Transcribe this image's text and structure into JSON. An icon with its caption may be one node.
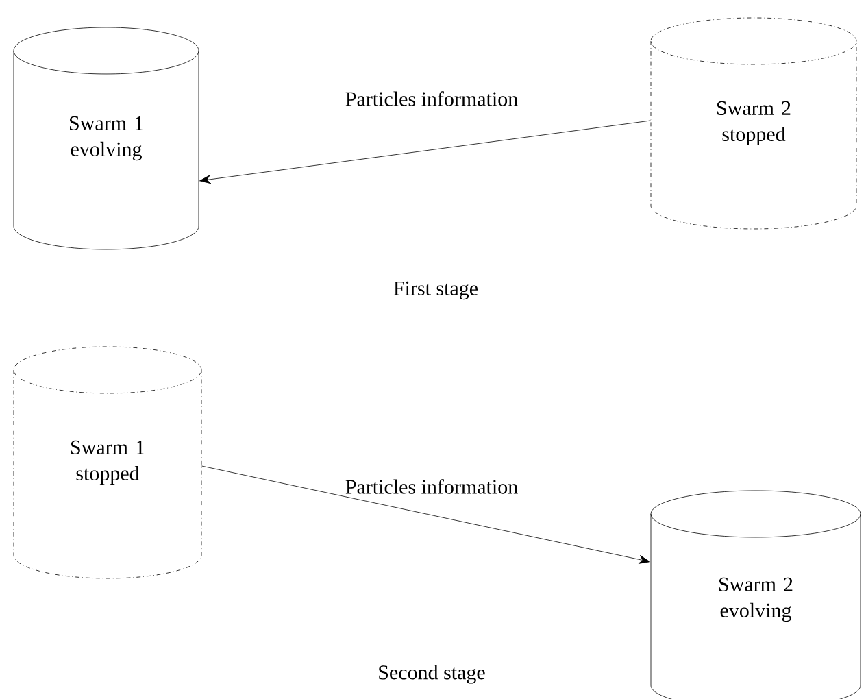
{
  "diagram": {
    "nodes": [
      {
        "text": [
          "Swarm 1 evolving"
        ]
      },
      {
        "text": [
          "Swarm 2 stopped"
        ]
      },
      {
        "text": [
          "Swarm 1 stopped"
        ]
      },
      {
        "text": [
          "Swarm 2 evolving"
        ]
      }
    ],
    "edges": [
      {
        "from": 1,
        "to": 0,
        "arrow": "to",
        "label": "Particles information"
      },
      {
        "from": 2,
        "to": 3,
        "arrow": "to",
        "label": "Particles information"
      }
    ],
    "labels": [
      "First stage",
      "Second stage"
    ]
  }
}
